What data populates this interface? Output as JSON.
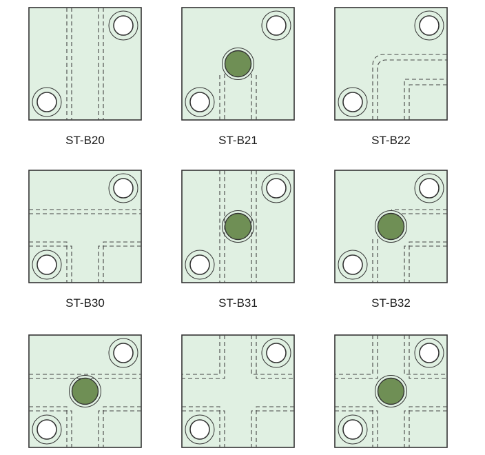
{
  "colors": {
    "tile_fill": "#e0f0e2",
    "tile_border": "#333333",
    "dash_line": "#444444",
    "hole_fill": "#ffffff",
    "pin_fill": "#6f8f55"
  },
  "tiles": [
    {
      "label": "ST-B20",
      "has_pin": false
    },
    {
      "label": "ST-B21",
      "has_pin": true
    },
    {
      "label": "ST-B22",
      "has_pin": false
    },
    {
      "label": "ST-B30",
      "has_pin": false
    },
    {
      "label": "ST-B31",
      "has_pin": true
    },
    {
      "label": "ST-B32",
      "has_pin": true
    },
    {
      "label": "",
      "has_pin": true
    },
    {
      "label": "",
      "has_pin": false
    },
    {
      "label": "",
      "has_pin": true
    }
  ]
}
